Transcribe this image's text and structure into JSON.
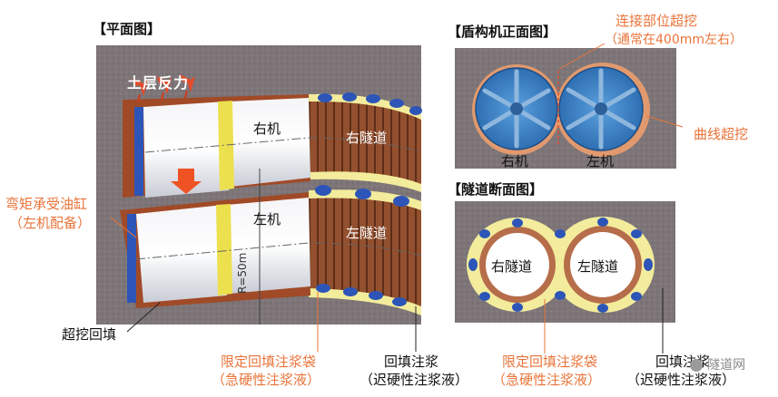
{
  "left_panel": {
    "title": "【平面图】",
    "soil_reaction_label": "土层反力",
    "right_machine": "右机",
    "left_machine": "左机",
    "right_tunnel": "右隧道",
    "left_tunnel": "左隧道",
    "radius_label": "R=50m",
    "torque_label_line1": "弯矩承受油缸",
    "torque_label_line2": "（左机配备）",
    "overcut_label": "超挖回填",
    "limited_bag_line1": "限定回填注浆袋",
    "limited_bag_line2": "（急硬性注浆液）",
    "backfill_line1": "回填注浆",
    "backfill_line2": "（迟硬性注浆液）"
  },
  "front_panel": {
    "title": "【盾构机正面图】",
    "joint_overcut_line1": "连接部位超挖",
    "joint_overcut_line2": "（通常在400mm左右）",
    "right_machine": "右机",
    "left_machine": "左机",
    "curve_overcut": "曲线超挖"
  },
  "section_panel": {
    "title": "【隧道断面图】",
    "right_tunnel": "右隧道",
    "left_tunnel": "左隧道",
    "limited_bag_line1": "限定回填注浆袋",
    "limited_bag_line2": "（急硬性注浆液）",
    "backfill_line1": "回填注浆",
    "backfill_line2": "（迟硬性注浆液）"
  },
  "watermark": "隧道网",
  "colors": {
    "soil": "#7d7577",
    "tunnel_brown": "#8f4a2c",
    "cutter_blue": "#3b84c8",
    "grout_yellow": "#f3ec9c",
    "bag_blue": "#2d55b8",
    "arrow_red": "#e34b2b",
    "label_orange": "#e8743a"
  }
}
